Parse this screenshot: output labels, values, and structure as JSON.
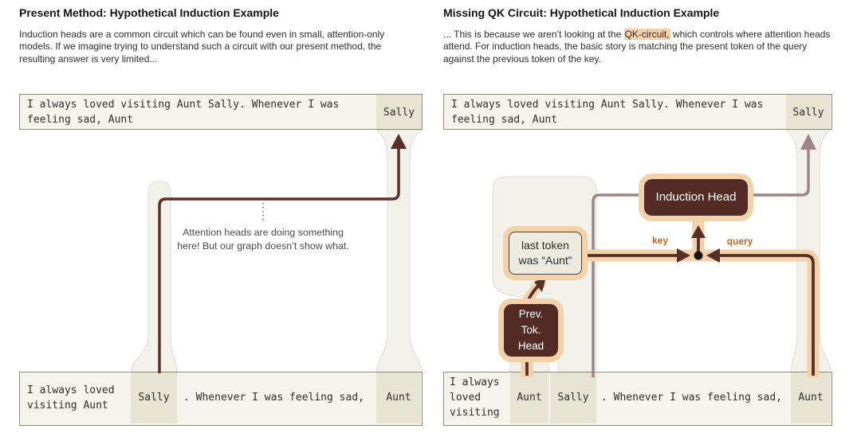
{
  "left": {
    "title": "Present Method: Hypothetical Induction Example",
    "description": "Induction heads are a common circuit which can be found even in small, attention-only models. If we imagine trying to understand such a circuit with our present method, the resulting answer is very limited...",
    "top_box": {
      "line1": "I always loved visiting Aunt Sally. Whenever I was",
      "line2": "feeling sad, Aunt",
      "predicted_token": "Sally"
    },
    "annotation_line1": "Attention heads are doing something",
    "annotation_line2": "here! But our graph doesn’t show what.",
    "bottom_box": {
      "prefix_line1": "I always loved",
      "prefix_line2": "visiting Aunt",
      "token1": "Sally",
      "middle": ". Whenever I was feeling sad,",
      "token2": "Aunt"
    }
  },
  "right": {
    "title": "Missing QK Circuit: Hypothetical Induction Example",
    "description_pre": "... This is because we aren’t looking at the ",
    "description_highlight": "QK-circuit,",
    "description_post": " which controls where attention heads attend. For induction heads, the basic story is matching the present token of the query against the previous token of the key.",
    "top_box": {
      "line1": "I always loved visiting Aunt Sally. Whenever I was",
      "line2": "feeling sad, Aunt",
      "predicted_token": "Sally"
    },
    "nodes": {
      "induction_head": "Induction Head",
      "last_token_line1": "last token",
      "last_token_line2": "was “Aunt”",
      "prev_tok_line1": "Prev.",
      "prev_tok_line2": "Tok.",
      "prev_tok_line3": "Head"
    },
    "edge_labels": {
      "key": "key",
      "query": "query"
    },
    "bottom_box": {
      "prefix_line1": "I always",
      "prefix_line2": "loved",
      "prefix_line3": "visiting",
      "token1": "Aunt",
      "token2": "Sally",
      "middle": ". Whenever I was feeling sad,",
      "token3": "Aunt"
    }
  },
  "colors": {
    "maroon_line": "#5b2e28",
    "mauve_line": "#9d8489",
    "peach_casing": "#f3d1a9",
    "orange_label": "#c8651b",
    "box_fill": "#f4f3ec",
    "token_cell_fill": "#e7e4d3",
    "node_dark_fill": "#522b24",
    "highlight_fill": "#f6d0a8"
  }
}
